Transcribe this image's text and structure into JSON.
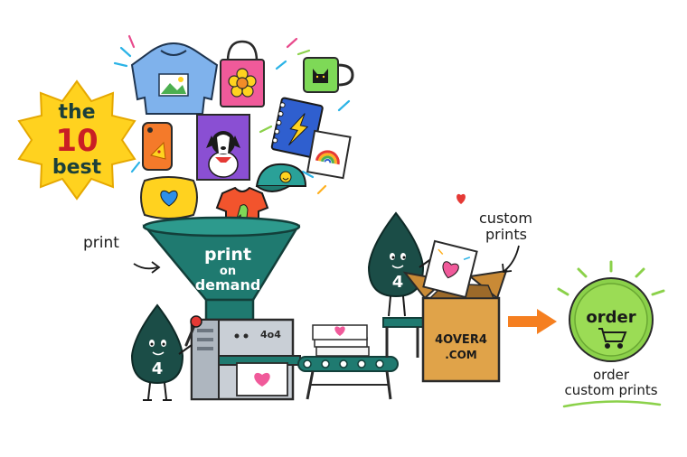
{
  "badge": {
    "line1": "the",
    "line2": "10",
    "line3": "best"
  },
  "labels": {
    "print": "print",
    "custom_prints": {
      "line1": "custom",
      "line2": "prints"
    },
    "order_caption": {
      "line1": "order",
      "line2": "custom prints"
    }
  },
  "funnel": {
    "line1": "print",
    "line2": "on",
    "line3": "demand"
  },
  "mascots": {
    "left": "4",
    "right": "4"
  },
  "machine": {
    "brand": "4o4"
  },
  "box": {
    "line1": "4OVER4",
    "line2": ".COM"
  },
  "order_button": {
    "label": "order"
  },
  "colors": {
    "teal": "#1f7a70",
    "teal_dark": "#1b4d47",
    "sun": "#ffd21f",
    "sun_text": "#c91f24",
    "order_green": "#8bd14a",
    "arrow_orange": "#f57f20",
    "box_tan": "#e0a349"
  }
}
